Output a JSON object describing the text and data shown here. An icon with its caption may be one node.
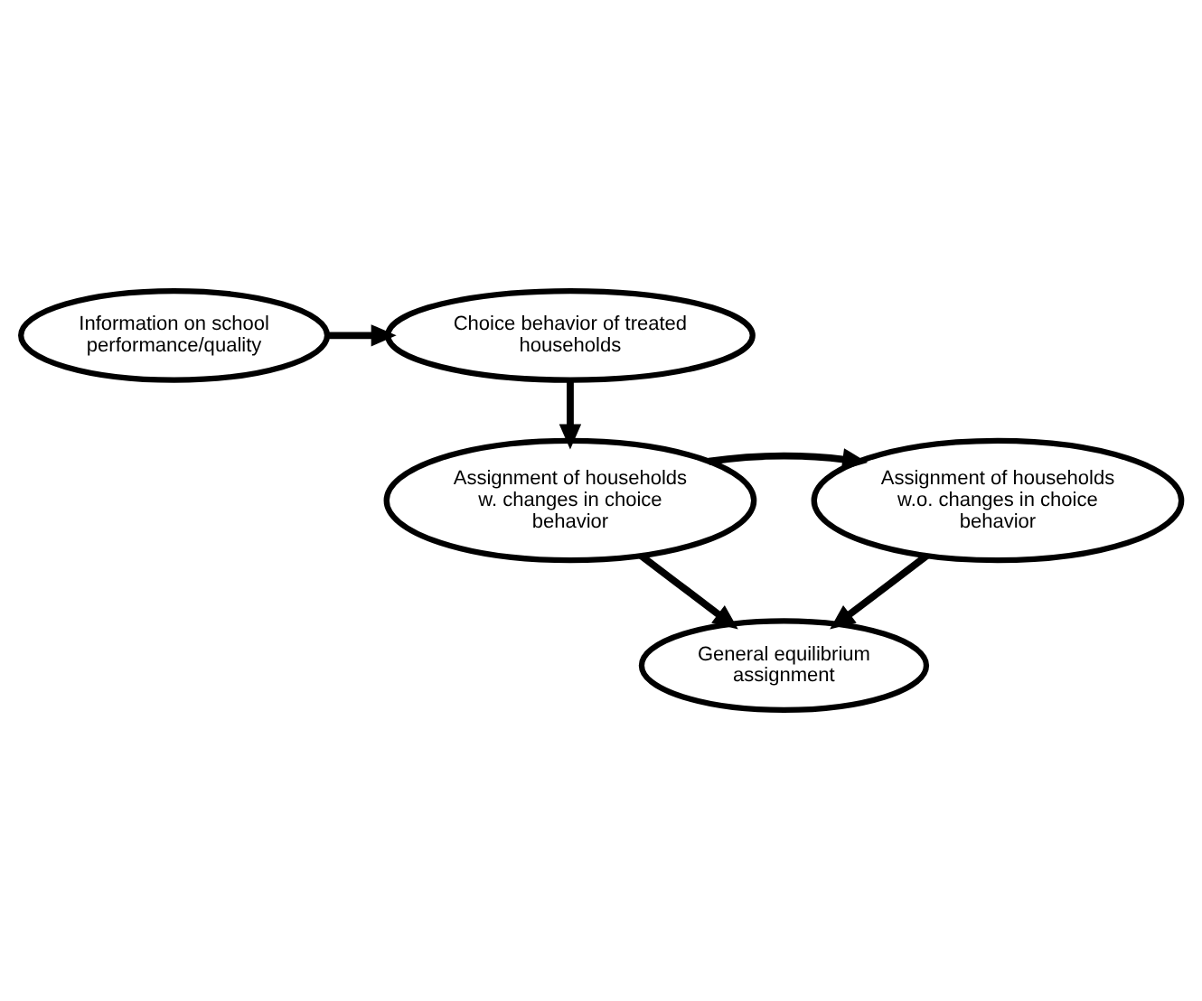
{
  "diagram": {
    "nodes": [
      {
        "text": [
          "Information on school performance/quality"
        ]
      },
      {
        "text": [
          "Choice behavior of treated households"
        ]
      },
      {
        "text": [
          "Assignment of households w.o. changes in choice behavior"
        ]
      },
      {
        "text": [
          "Assignment of households w. changes in choice behavior"
        ]
      },
      {
        "text": [
          "General equilibrium assignment"
        ]
      }
    ],
    "edges": [
      {
        "from": 0,
        "to": 1,
        "arrow": "to"
      },
      {
        "from": 1,
        "to": 3,
        "arrow": "to"
      },
      {
        "from": 3,
        "to": 2,
        "arrow": "to"
      },
      {
        "from": 2,
        "to": 4,
        "arrow": "to"
      },
      {
        "from": 3,
        "to": 4,
        "arrow": "to"
      }
    ]
  }
}
